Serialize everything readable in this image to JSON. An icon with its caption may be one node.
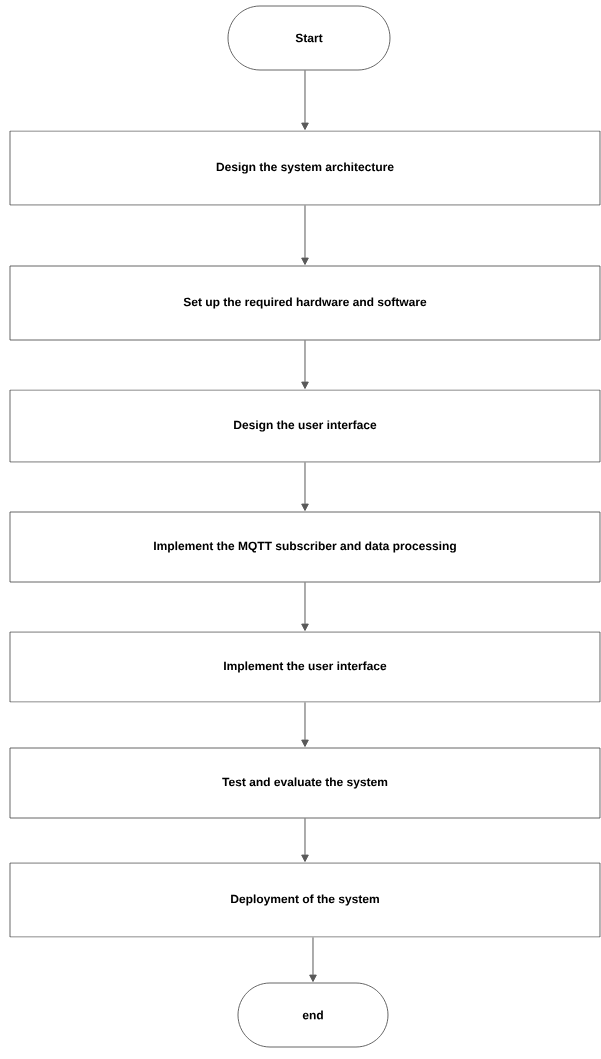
{
  "diagram": {
    "nodes": [
      {
        "text": [
          "Start"
        ]
      },
      {
        "text": [
          "Design the system architecture"
        ]
      },
      {
        "text": [
          "Set up the required hardware and software"
        ]
      },
      {
        "text": [
          "Design the user interface"
        ]
      },
      {
        "text": [
          "Implement the MQTT subscriber and data processing"
        ]
      },
      {
        "text": [
          "Implement the user interface"
        ]
      },
      {
        "text": [
          "Test and evaluate the system"
        ]
      },
      {
        "text": [
          "Deployment of the system"
        ]
      },
      {
        "text": [
          "end"
        ]
      }
    ],
    "edges": [
      {
        "from": 0,
        "to": 1,
        "arrow": "to"
      },
      {
        "from": 1,
        "to": 2,
        "arrow": "to"
      },
      {
        "from": 2,
        "to": 3,
        "arrow": "to"
      },
      {
        "from": 3,
        "to": 4,
        "arrow": "to"
      },
      {
        "from": 4,
        "to": 5,
        "arrow": "to"
      },
      {
        "from": 5,
        "to": 6,
        "arrow": "to"
      },
      {
        "from": 6,
        "to": 7,
        "arrow": "to"
      },
      {
        "from": 7,
        "to": 8,
        "arrow": "to"
      }
    ]
  }
}
